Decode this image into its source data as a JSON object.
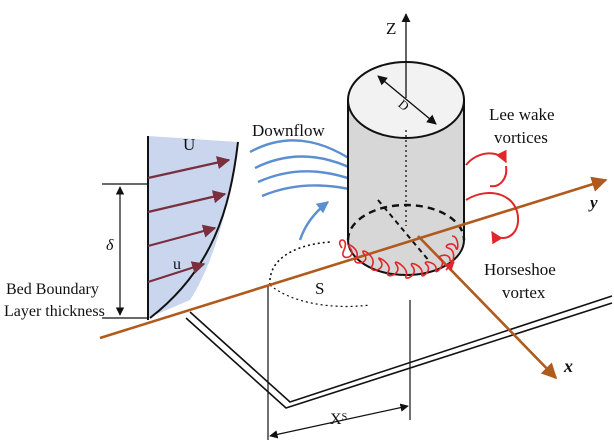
{
  "labels": {
    "z_axis": "Z",
    "diameter": "D",
    "downflow": "Downflow",
    "lee_wake_line1": "Lee wake",
    "lee_wake_line2": "vortices",
    "free_stream_velocity": "U",
    "y_axis": "y",
    "delta": "δ",
    "local_velocity": "u",
    "horseshoe_line1": "Horseshoe",
    "horseshoe_line2": "vortex",
    "bed_boundary_line1": "Bed Boundary",
    "bed_boundary_line2": "Layer thickness",
    "separation": "S",
    "x_axis": "x",
    "xs_main": "X",
    "xs_sub": "S"
  },
  "colors": {
    "profile_fill": "#c9d6ee",
    "profile_arrow": "#7a2f3f",
    "downflow_arrow": "#5b8fd0",
    "red_vortex": "#e0282a",
    "axis_brown": "#b05a1e",
    "cylinder_fill": "#d7d7d7",
    "cylinder_top": "#f2f2f2",
    "line_black": "#111111"
  },
  "icons": {
    "diameter_marker": "double-arrow-icon",
    "axis_marker": "arrowhead-icon"
  }
}
